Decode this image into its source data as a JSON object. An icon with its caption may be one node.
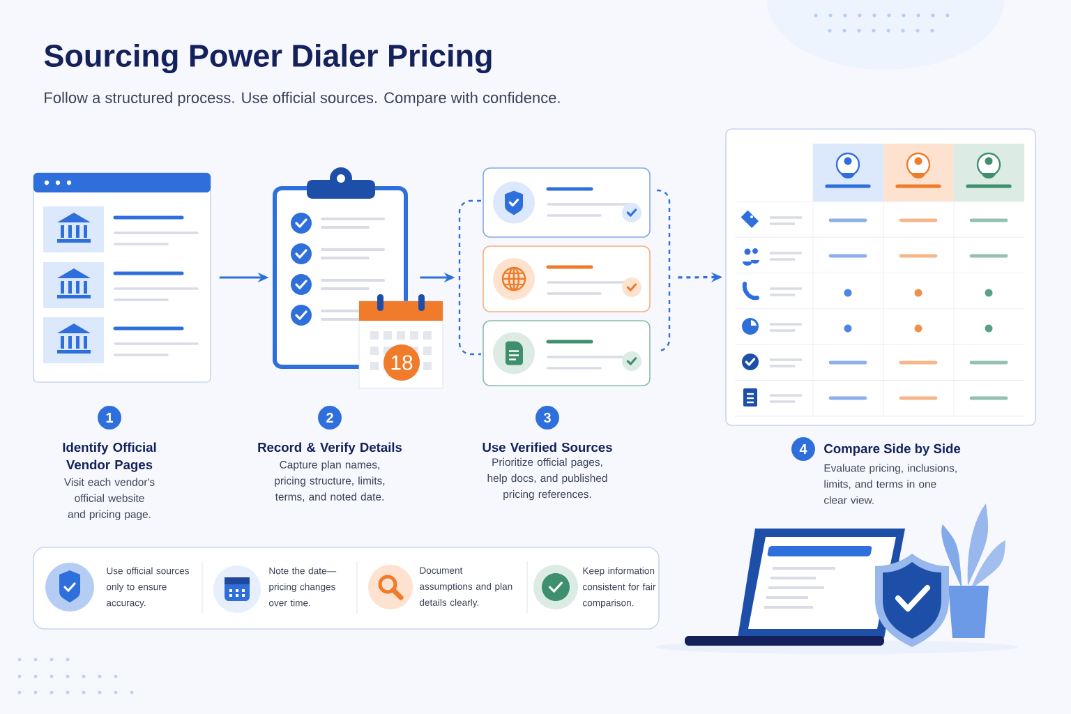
{
  "diagram": {
    "title": "Sourcing Power Dialer Pricing",
    "nodes": [
      {
        "text": [],
        "shape": "picture",
        "beside": [
          "1",
          "Identify Official Vendor Pages",
          "Visit each vendor's official website and pricing page."
        ]
      },
      {
        "text": [],
        "shape": "picture",
        "beside": [
          "2",
          "Record & Verify Details",
          "Capture plan names, pricing structure, limits, terms, and noted date."
        ]
      },
      {
        "text": [],
        "shape": "picture",
        "beside": [
          "3",
          "Use Verified Sources",
          "Prioritize official pages, help docs, and published pricing references."
        ]
      },
      {
        "text": [],
        "shape": "picture",
        "beside": [
          "4",
          "Compare Side by Side",
          "Evaluate pricing, inclusions, limits, and terms in one clear view."
        ]
      }
    ],
    "edges": [
      {
        "from": 0,
        "to": 1,
        "arrow": "to"
      },
      {
        "from": 1,
        "to": 2,
        "arrow": "to"
      },
      {
        "from": 2,
        "to": 3,
        "arrow": "to",
        "style": "dashed"
      }
    ],
    "labels": [
      "Follow a structured process. Use official sources. Compare with confidence.",
      "18",
      "Use official sources only to ensure accuracy.",
      "Note the date—pricing changes over time.",
      "Document assumptions and plan details clearly.",
      "Keep information consistent for fair comparison."
    ]
  }
}
